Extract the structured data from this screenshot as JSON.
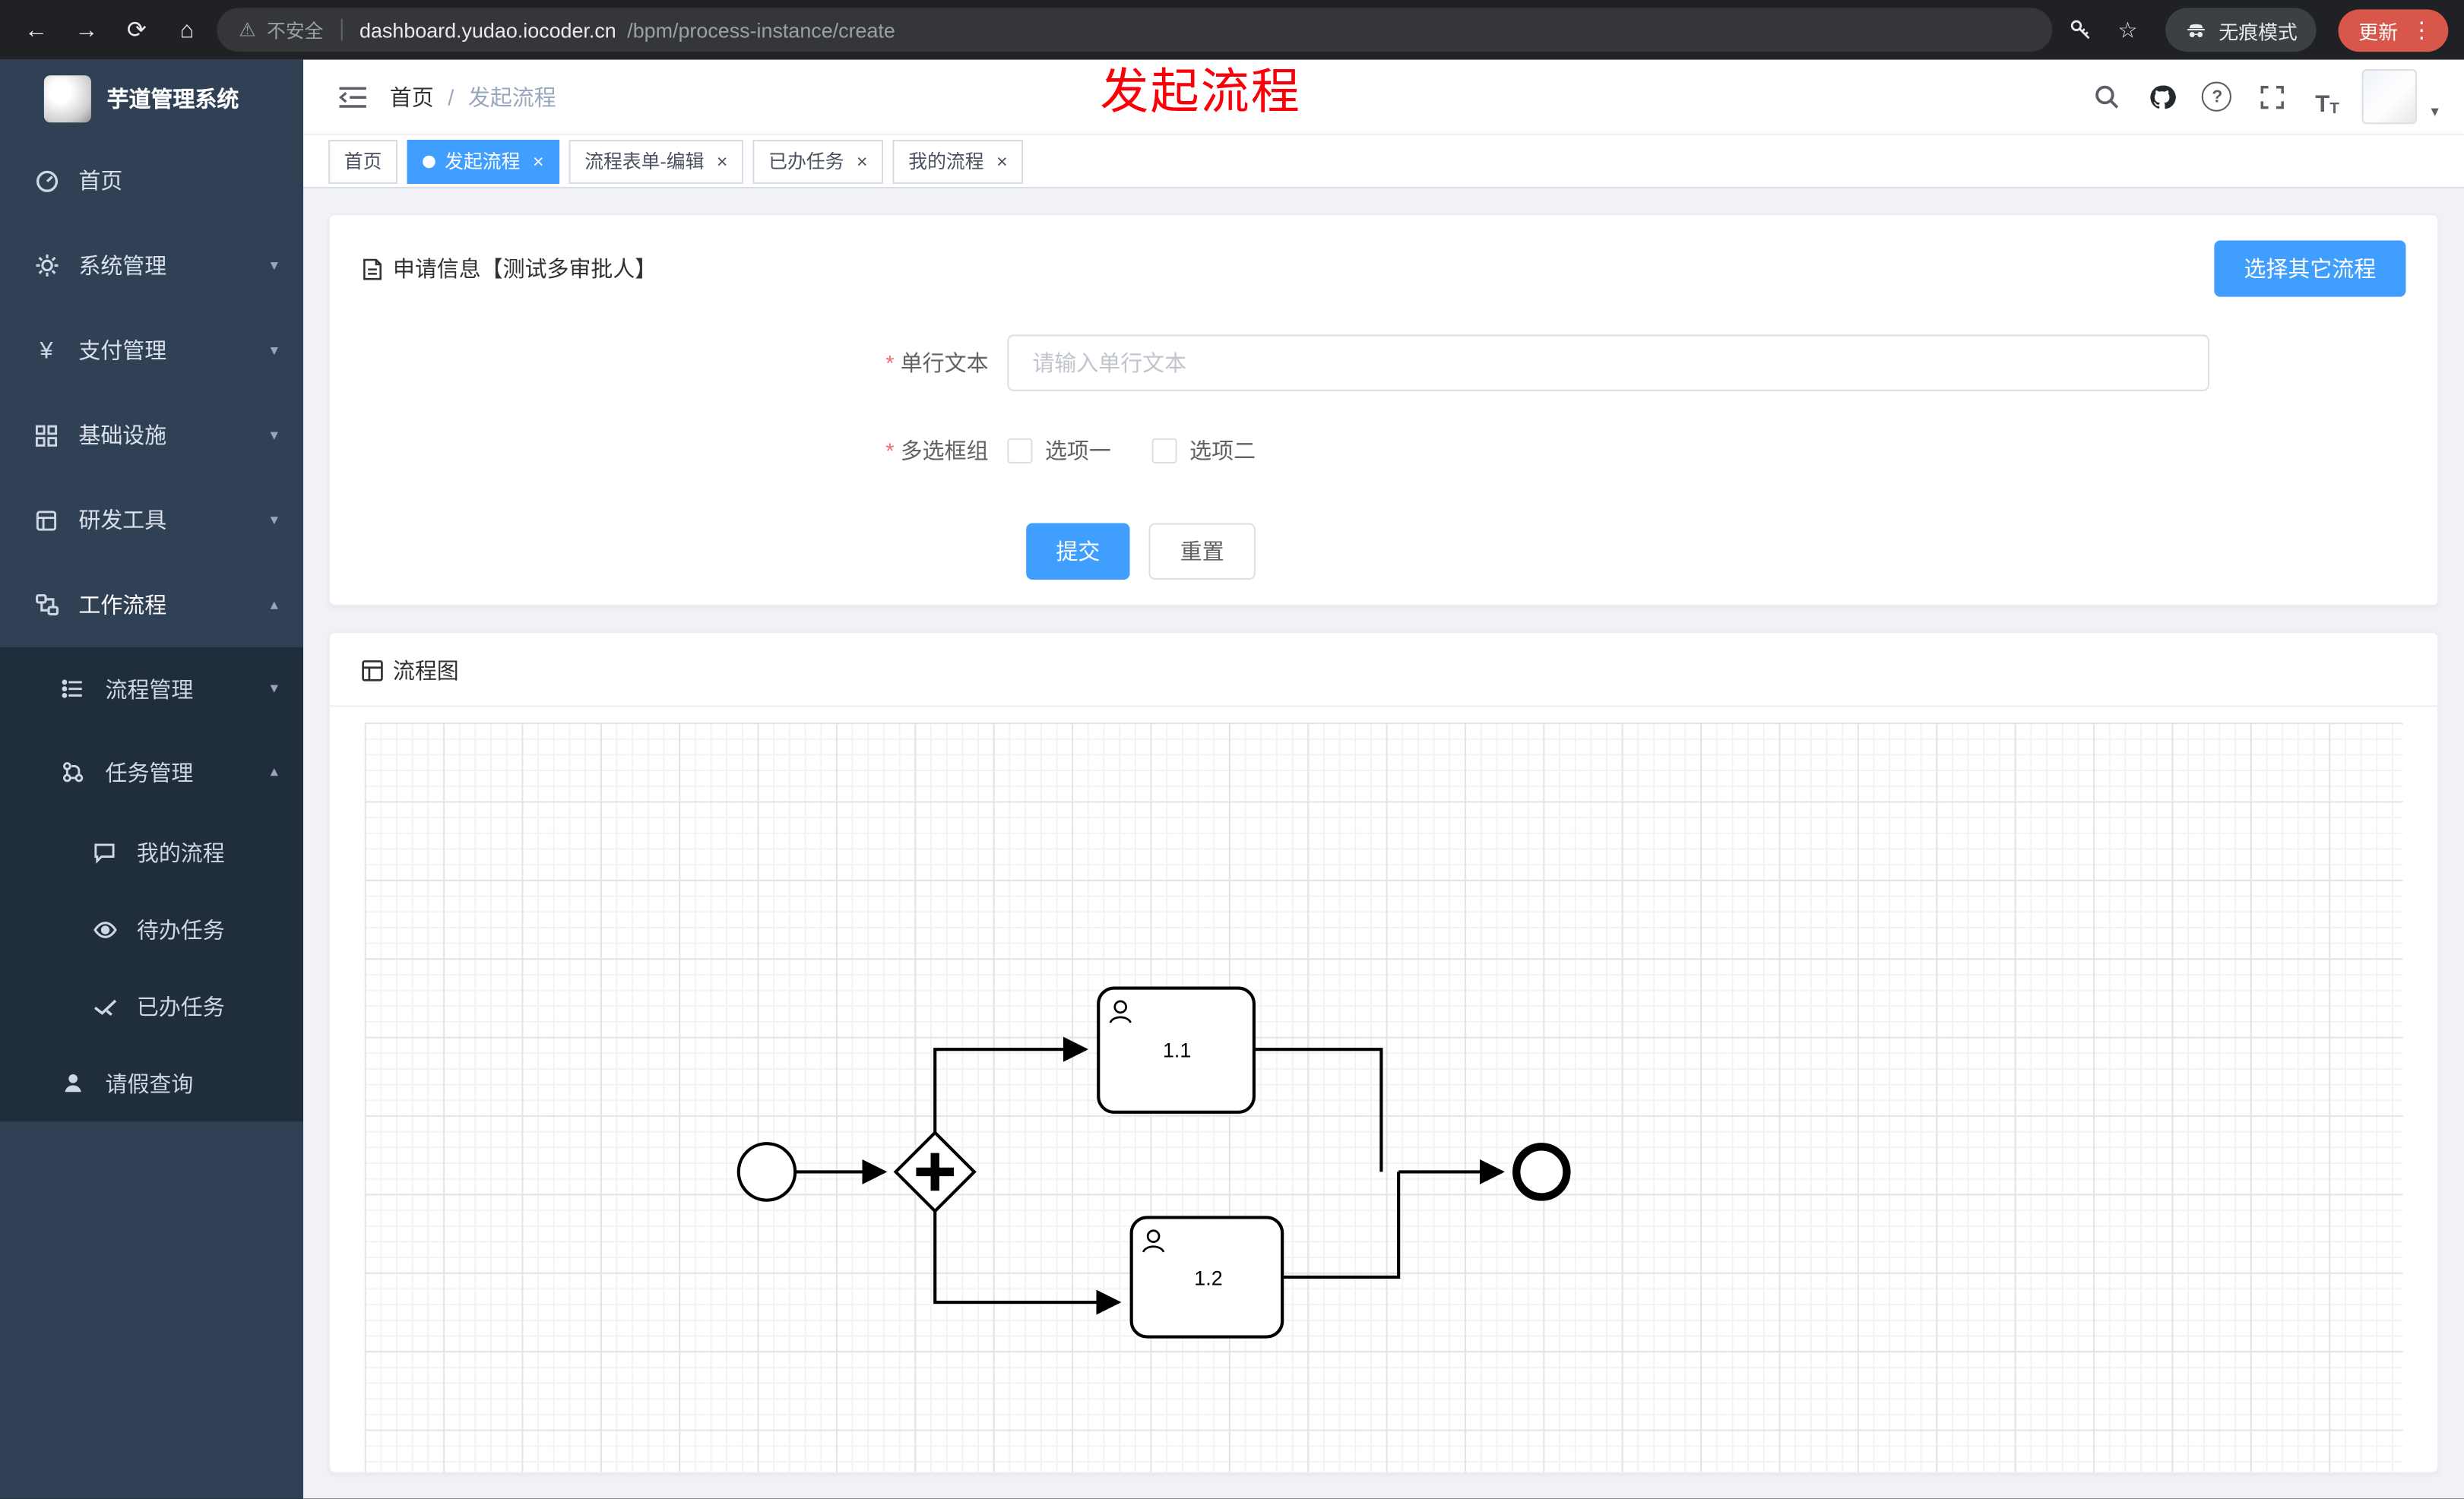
{
  "colors": {
    "accent": "#409eff",
    "sidebar_bg": "#304156",
    "sidebar_submenu_bg": "#1f2d3d",
    "chrome_bg": "#202124",
    "update_button_red": "#d9564a",
    "overlay_title_red": "#fb0007",
    "content_bg": "#f0f2f5"
  },
  "browser": {
    "security_label": "不安全",
    "url_domain": "dashboard.yudao.iocoder.cn",
    "url_path": "/bpm/process-instance/create",
    "incognito_label": "无痕模式",
    "update_label": "更新"
  },
  "sidebar": {
    "logo_title": "芋道管理系统",
    "items": [
      {
        "label": "首页",
        "icon": "dashboard-icon",
        "has_children": false,
        "expanded": false
      },
      {
        "label": "系统管理",
        "icon": "gear-icon",
        "has_children": true,
        "expanded": false
      },
      {
        "label": "支付管理",
        "icon": "yen-icon",
        "has_children": true,
        "expanded": false
      },
      {
        "label": "基础设施",
        "icon": "infrastructure-icon",
        "has_children": true,
        "expanded": false
      },
      {
        "label": "研发工具",
        "icon": "dev-tools-icon",
        "has_children": true,
        "expanded": false
      },
      {
        "label": "工作流程",
        "icon": "workflow-icon",
        "has_children": true,
        "expanded": true
      }
    ],
    "workflow_submenu": [
      {
        "label": "流程管理",
        "icon": "process-list-icon",
        "has_children": true,
        "expanded": false
      },
      {
        "label": "任务管理",
        "icon": "task-icon",
        "has_children": true,
        "expanded": true
      }
    ],
    "task_submenu": [
      {
        "label": "我的流程",
        "icon": "chat-bubble-icon"
      },
      {
        "label": "待办任务",
        "icon": "eye-icon"
      },
      {
        "label": "已办任务",
        "icon": "done-icon"
      }
    ],
    "leave_query": {
      "label": "请假查询",
      "icon": "user-icon"
    }
  },
  "header": {
    "breadcrumb": [
      {
        "label": "首页"
      },
      {
        "label": "发起流程"
      }
    ],
    "overlay_title": "发起流程"
  },
  "tabs": [
    {
      "label": "首页",
      "active": false,
      "closable": false
    },
    {
      "label": "发起流程",
      "active": true,
      "closable": true
    },
    {
      "label": "流程表单-编辑",
      "active": false,
      "closable": true
    },
    {
      "label": "已办任务",
      "active": false,
      "closable": true
    },
    {
      "label": "我的流程",
      "active": false,
      "closable": true
    }
  ],
  "form_card": {
    "title": "申请信息【测试多审批人】",
    "select_other_process_button": "选择其它流程",
    "required_marker": "*",
    "single_line_text": {
      "label": "单行文本",
      "required": true,
      "placeholder": "请输入单行文本",
      "value": ""
    },
    "checkbox_group": {
      "label": "多选框组",
      "required": true,
      "options": [
        {
          "label": "选项一",
          "checked": false
        },
        {
          "label": "选项二",
          "checked": false
        }
      ]
    },
    "submit_button": "提交",
    "reset_button": "重置"
  },
  "diagram_card": {
    "title": "流程图",
    "diagram": {
      "type": "bpmn",
      "nodes": [
        {
          "id": "start",
          "type": "start-event",
          "label": ""
        },
        {
          "id": "gateway",
          "type": "parallel-gateway",
          "label": ""
        },
        {
          "id": "task1",
          "type": "user-task",
          "label": "1.1"
        },
        {
          "id": "task2",
          "type": "user-task",
          "label": "1.2"
        },
        {
          "id": "end",
          "type": "end-event",
          "label": ""
        }
      ],
      "flows": [
        {
          "from": "start",
          "to": "gateway"
        },
        {
          "from": "gateway",
          "to": "task1"
        },
        {
          "from": "gateway",
          "to": "task2"
        },
        {
          "from": "task1",
          "to": "end"
        },
        {
          "from": "task2",
          "to": "end"
        }
      ]
    }
  }
}
